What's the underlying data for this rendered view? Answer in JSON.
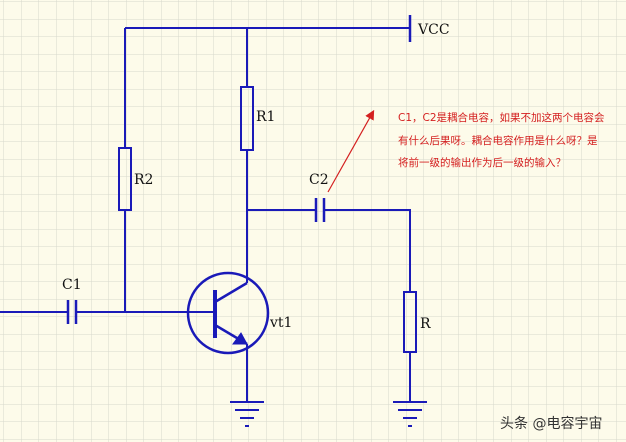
{
  "labels": {
    "vcc": "VCC",
    "r1": "R1",
    "r2": "R2",
    "c1": "C1",
    "c2": "C2",
    "transistor": "vt1",
    "r_load": "R"
  },
  "annotation": {
    "lines": [
      "C1，C2是耦合电容，如果不加这两个电容会",
      "有什么后果呀。耦合电容作用是什么呀？是",
      "将前一级的输出作为后一级的输入？"
    ]
  },
  "watermark": "头条 @电容宇宙",
  "colors": {
    "wire": "#1a1ab8",
    "note": "#d42020",
    "grid": "#d8d8cc",
    "background": "#fdfbea"
  }
}
